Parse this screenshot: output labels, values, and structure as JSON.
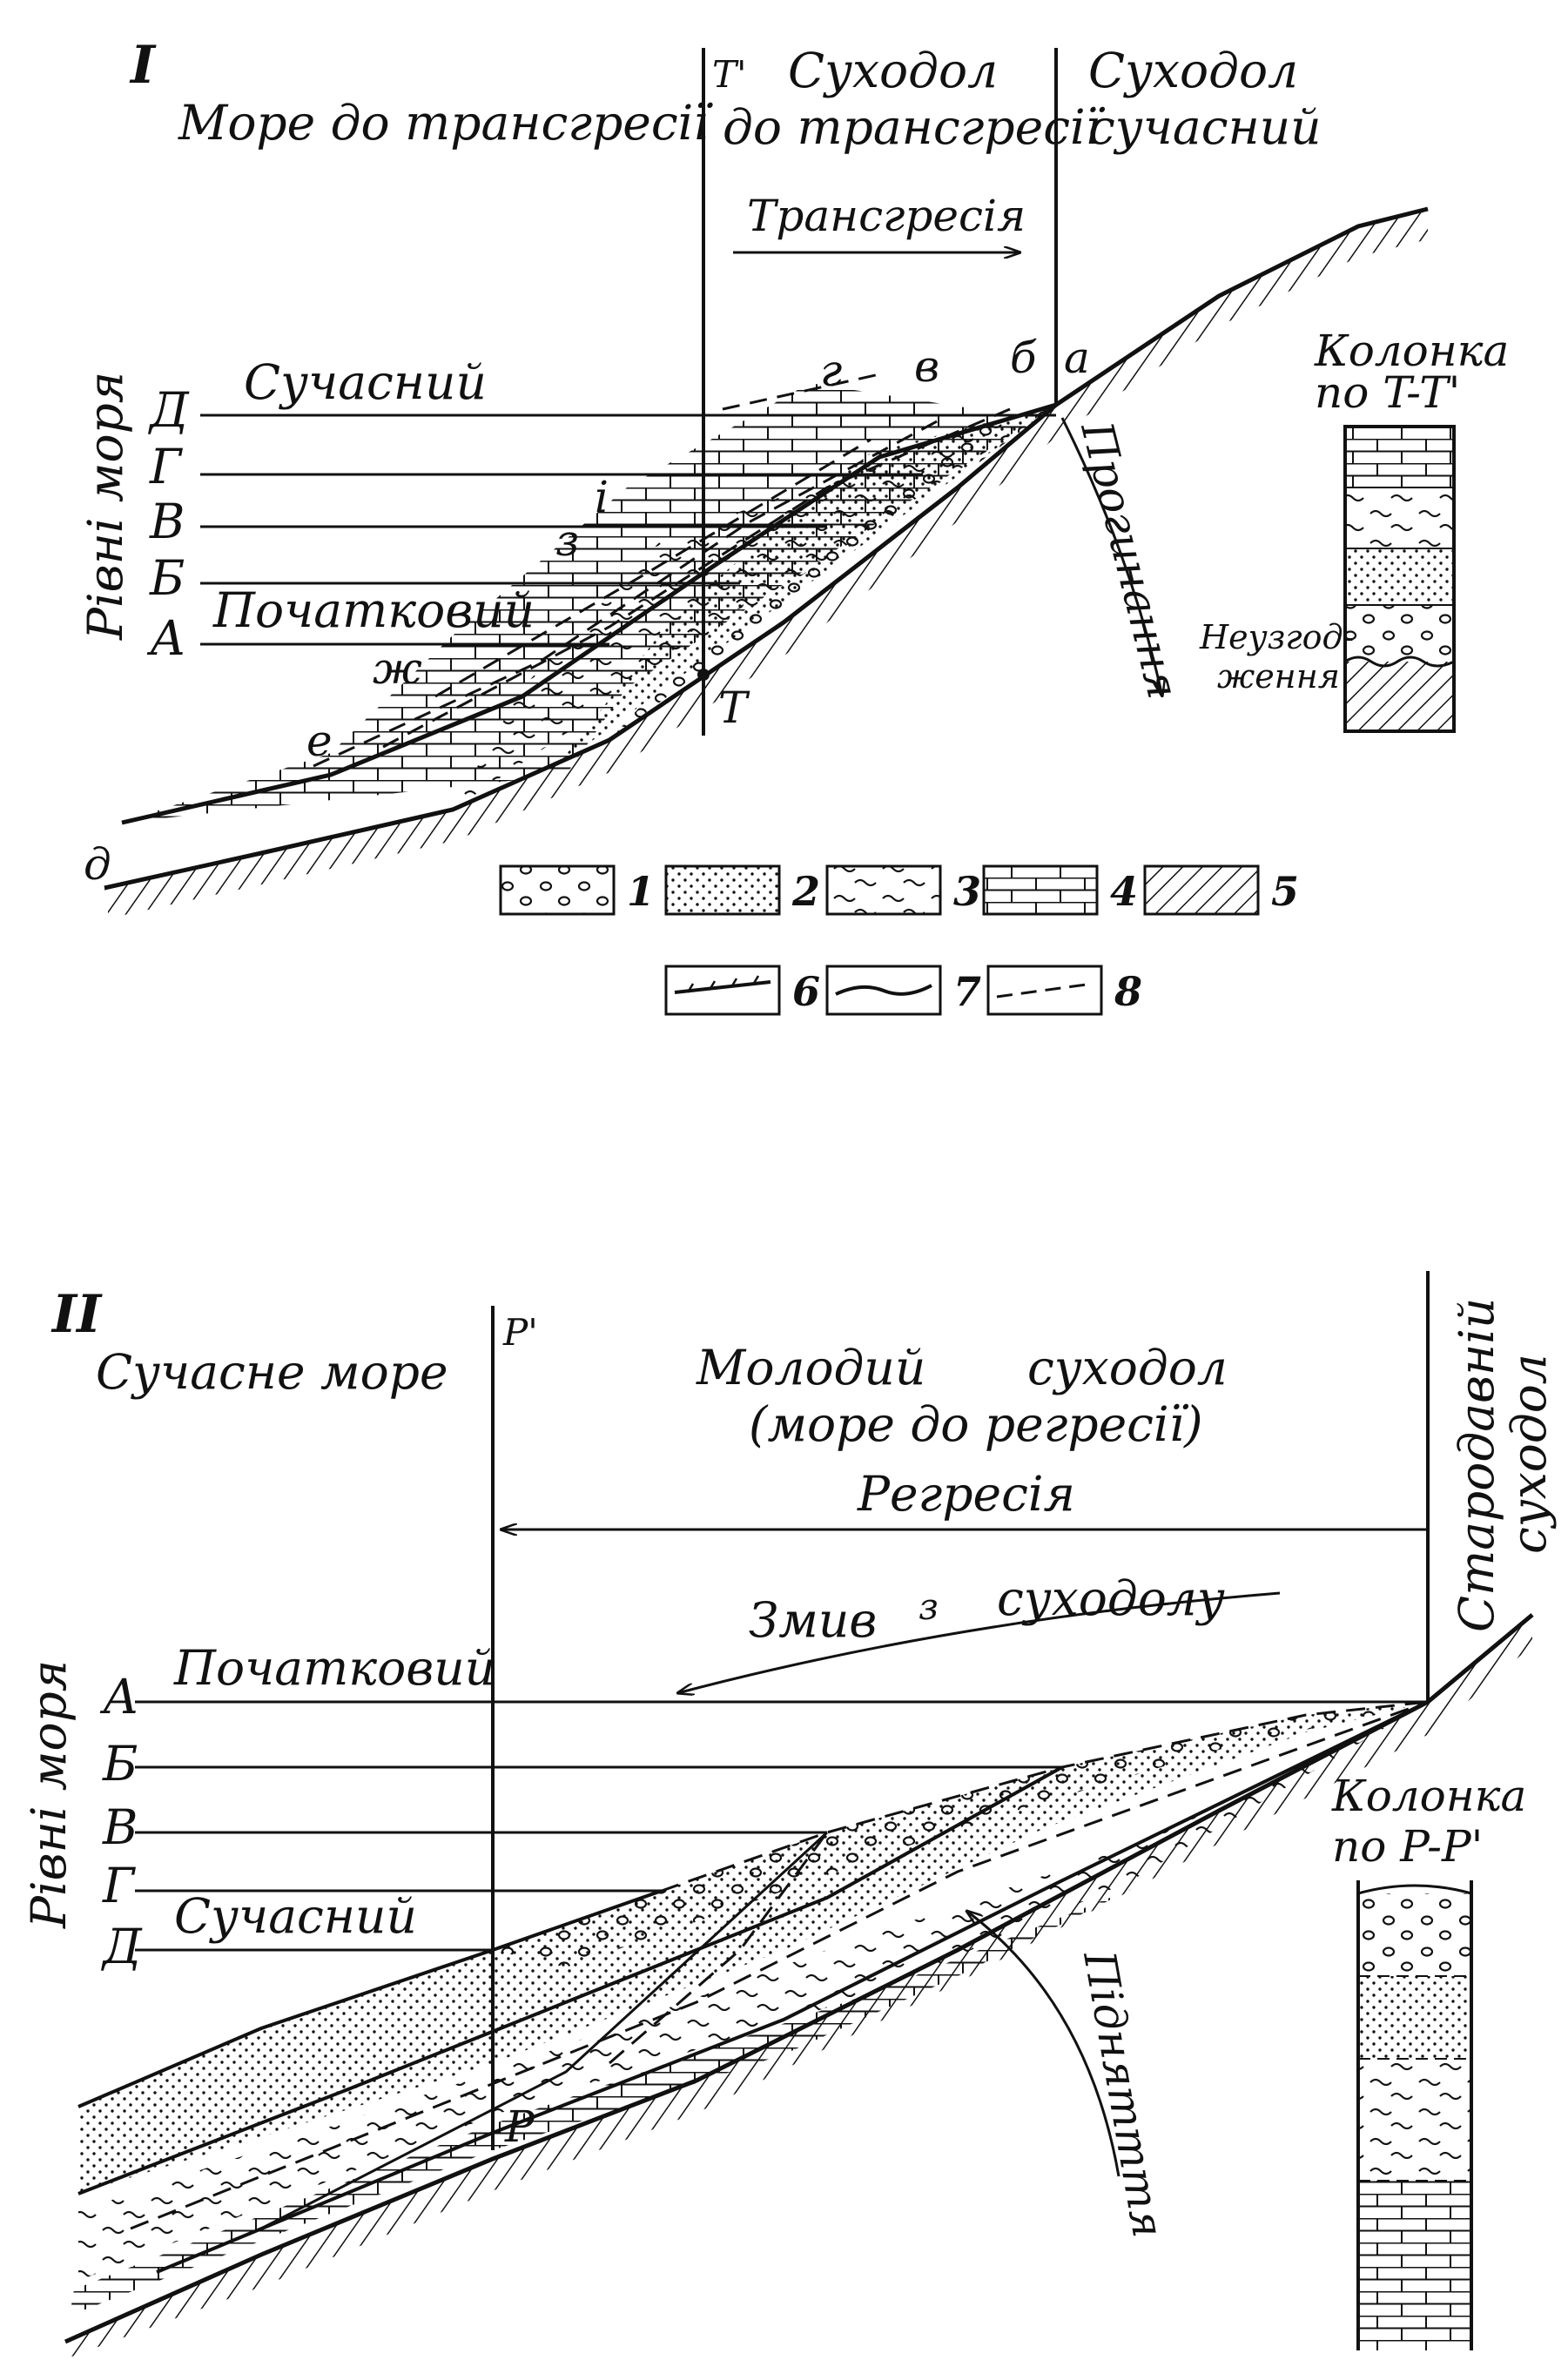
{
  "panel1": {
    "numeral": "I",
    "sea_before": "Море до трансгресії",
    "tprime": "T'",
    "land_before_1": "Суходол",
    "land_before_2": "до трансгресії",
    "land_now_1": "Суходол",
    "land_now_2": "сучасний",
    "transgression": "Трансгресія",
    "current": "Сучасний",
    "initial": "Початковий",
    "sea_levels_label": "Рівні моря",
    "levels": [
      "Д",
      "Г",
      "В",
      "Б",
      "А"
    ],
    "points": {
      "a": "а",
      "b": "б",
      "v": "в",
      "g": "г",
      "i": "і",
      "z": "з",
      "zh": "ж",
      "e": "е",
      "d": "д"
    },
    "t_bottom": "T",
    "subsidence": "Прогинання",
    "column_title_1": "Колонка",
    "column_title_2": "по T-T'",
    "unconformity_1": "Неузгод-",
    "unconformity_2": "ження"
  },
  "legend": {
    "items": [
      "1",
      "2",
      "3",
      "4",
      "5",
      "6",
      "7",
      "8"
    ]
  },
  "panel2": {
    "numeral": "II",
    "sea_now": "Сучасне море",
    "pprime": "P'",
    "young_land_1": "Молодий",
    "young_land_2": "суходол",
    "young_land_3": "(море до регресії)",
    "ancient_land_1": "Стародавній",
    "ancient_land_2": "суходол",
    "regression": "Регресія",
    "washout_1": "Змив",
    "washout_2": "з",
    "washout_3": "суходолу",
    "initial": "Початковий",
    "current": "Сучасний",
    "sea_levels_label": "Рівні моря",
    "levels": [
      "А",
      "Б",
      "В",
      "Г",
      "Д"
    ],
    "p_bottom": "P",
    "uplift": "Піднятття",
    "column_title_1": "Колонка",
    "column_title_2": "по P-P'"
  }
}
